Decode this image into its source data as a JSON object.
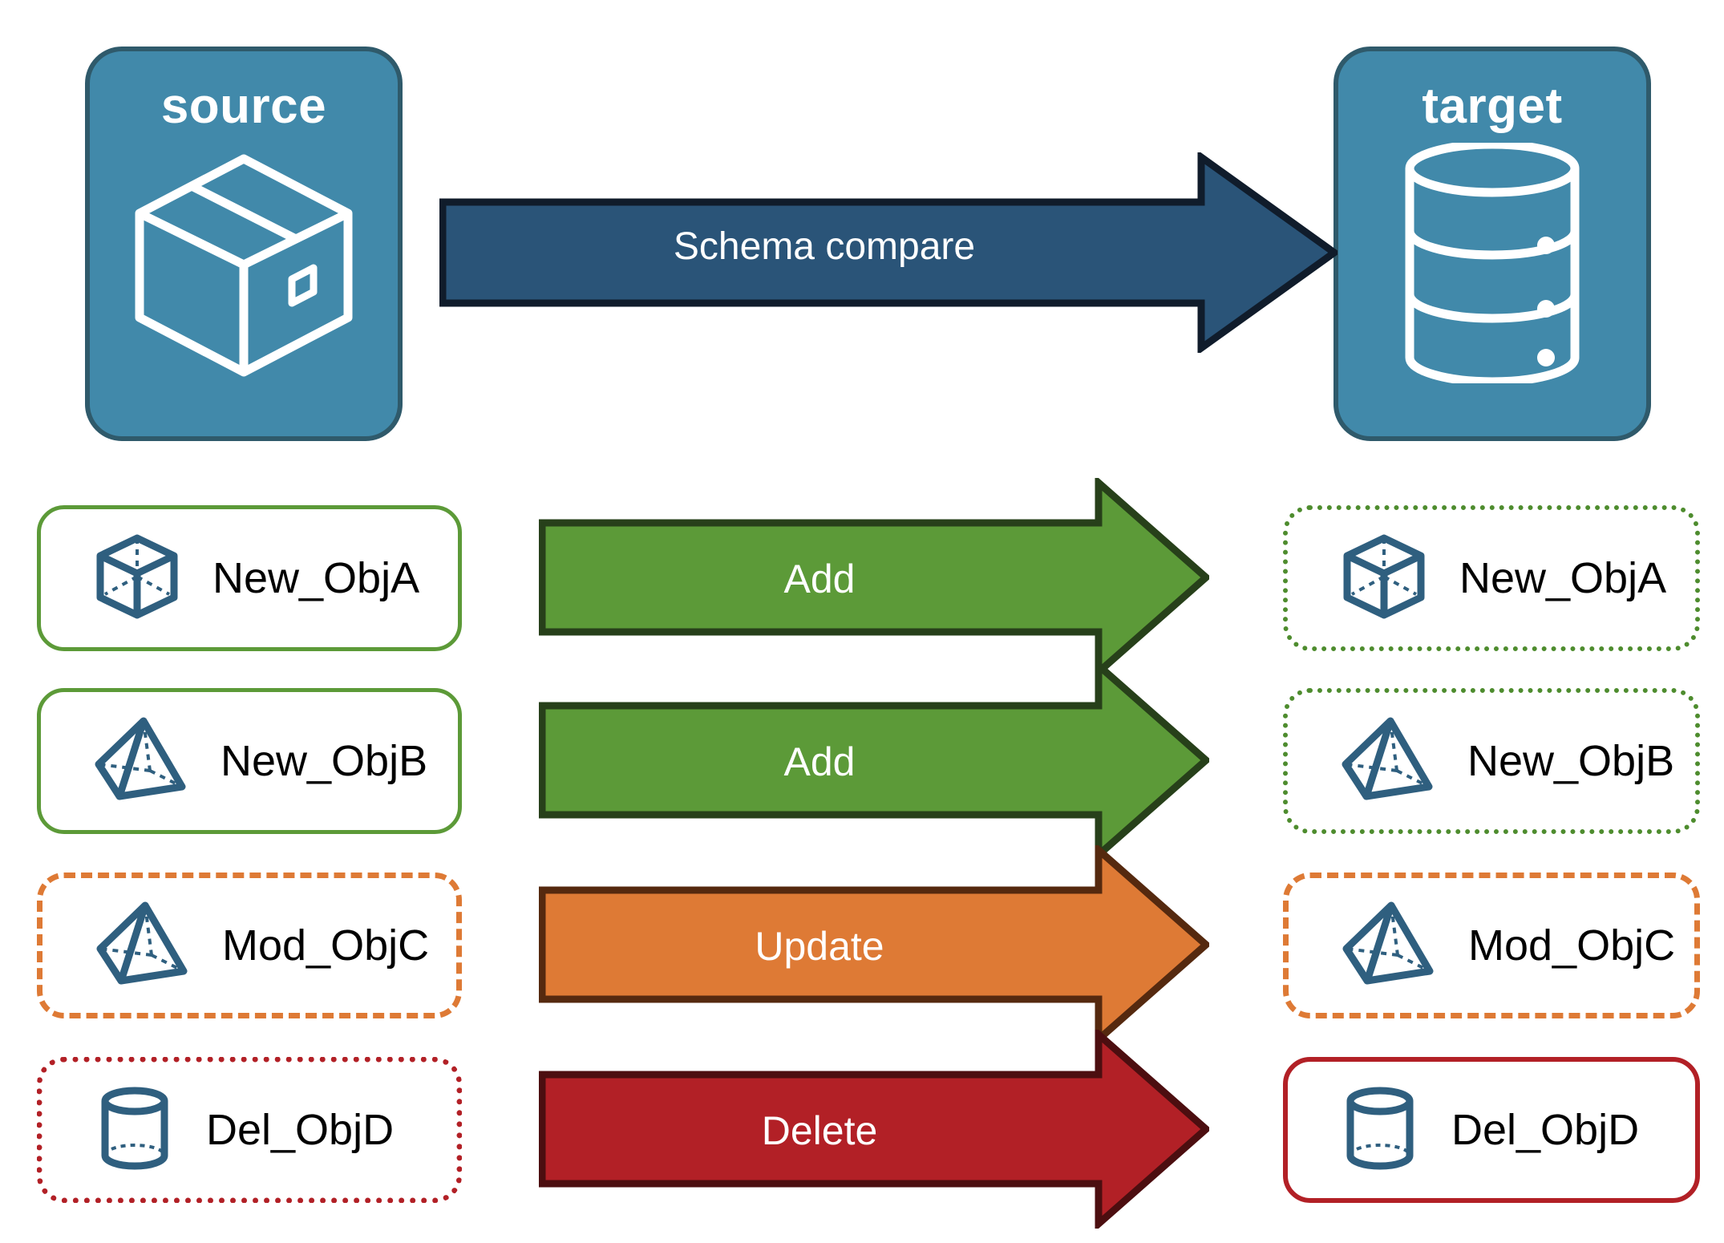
{
  "diagram": {
    "title": "Schema compare between source and target",
    "background": "#ffffff"
  },
  "endpoints": {
    "source": {
      "label": "source",
      "icon": "package-box-icon",
      "fill": "#4189AA",
      "border": "#2F5A6B",
      "text_color": "#ffffff"
    },
    "target": {
      "label": "target",
      "icon": "database-cylinder-icon",
      "fill": "#4189AA",
      "border": "#2F5A6B",
      "text_color": "#ffffff"
    }
  },
  "main_arrow": {
    "label": "Schema compare",
    "fill": "#2A5478",
    "stroke": "#101C2B",
    "text_color": "#ffffff",
    "direction": "right"
  },
  "legend_colors": {
    "add": "#5C9A38",
    "add_stroke": "#27401A",
    "update": "#DE7A35",
    "update_stroke": "#55290F",
    "delete": "#B22026",
    "delete_stroke": "#4C0E10",
    "object_icon": "#2F5F7F",
    "object_text": "#000000"
  },
  "rows": [
    {
      "action": "Add",
      "arrow_fill": "#5C9A38",
      "arrow_stroke": "#27401A",
      "source": {
        "label": "New_ObjA",
        "icon": "wireframe-cube-icon",
        "border_style": "solid",
        "border_color": "#5C9A38"
      },
      "target": {
        "label": "New_ObjA",
        "icon": "wireframe-cube-icon",
        "border_style": "dotted",
        "border_color": "#4E8C2E"
      }
    },
    {
      "action": "Add",
      "arrow_fill": "#5C9A38",
      "arrow_stroke": "#27401A",
      "source": {
        "label": "New_ObjB",
        "icon": "wireframe-pyramid-icon",
        "border_style": "solid",
        "border_color": "#5C9A38"
      },
      "target": {
        "label": "New_ObjB",
        "icon": "wireframe-pyramid-icon",
        "border_style": "dotted",
        "border_color": "#4E8C2E"
      }
    },
    {
      "action": "Update",
      "arrow_fill": "#DE7A35",
      "arrow_stroke": "#55290F",
      "source": {
        "label": "Mod_ObjC",
        "icon": "wireframe-pyramid-icon",
        "border_style": "dashed",
        "border_color": "#DE7A35"
      },
      "target": {
        "label": "Mod_ObjC",
        "icon": "wireframe-pyramid-icon",
        "border_style": "dashed",
        "border_color": "#DE7A35"
      }
    },
    {
      "action": "Delete",
      "arrow_fill": "#B22026",
      "arrow_stroke": "#4C0E10",
      "source": {
        "label": "Del_ObjD",
        "icon": "wireframe-cylinder-icon",
        "border_style": "dotted",
        "border_color": "#B22026"
      },
      "target": {
        "label": "Del_ObjD",
        "icon": "wireframe-cylinder-icon",
        "border_style": "solid",
        "border_color": "#B22026"
      }
    }
  ]
}
